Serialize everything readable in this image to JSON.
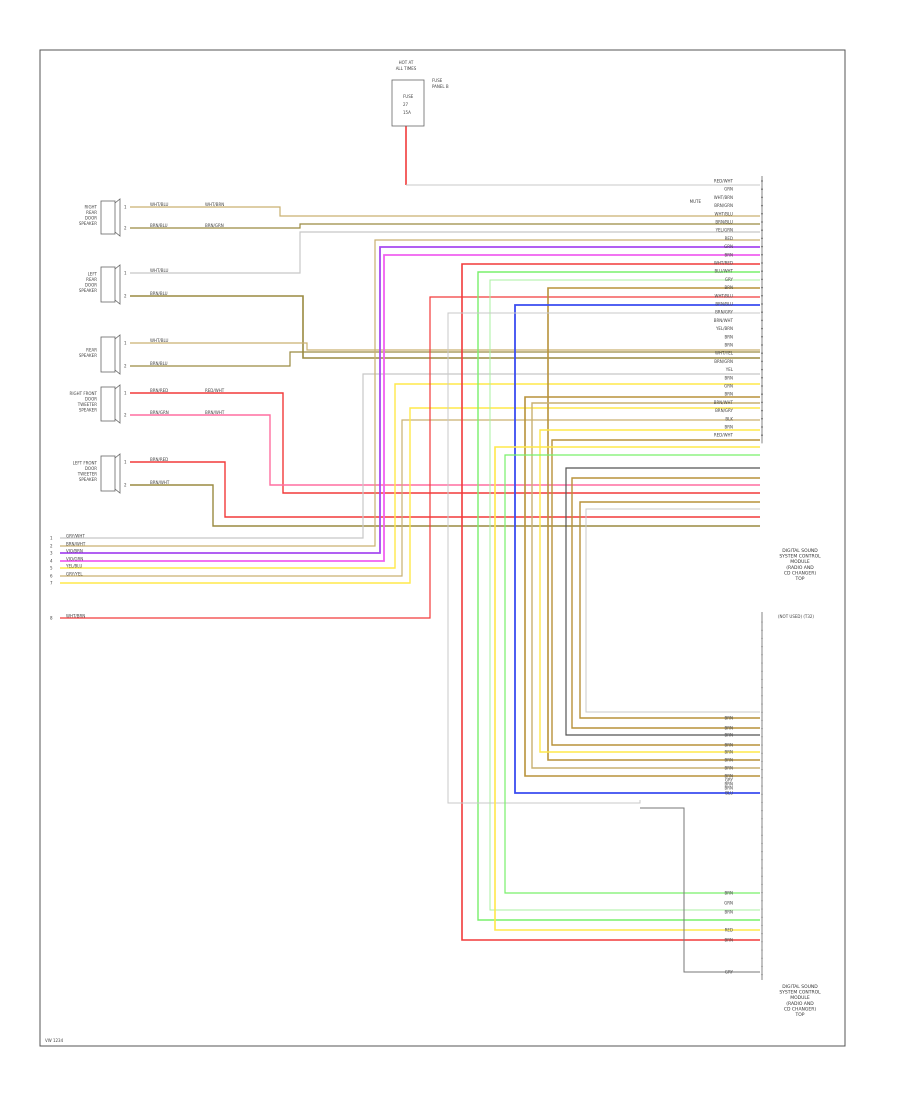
{
  "battery": {
    "title_lines": [
      "HOT AT",
      "ALL TIMES"
    ],
    "fuse_lines": [
      "FUSE",
      "PANEL B"
    ],
    "fuse_id_lines": [
      "FUSE",
      "27",
      "15A"
    ]
  },
  "left_speakers": [
    {
      "lines": [
        "RIGHT",
        "REAR",
        "DOOR",
        "SPEAKER"
      ],
      "pins": [
        "1",
        "2"
      ],
      "wires": [
        "WHT/BLU",
        "BRN/BLU"
      ],
      "far_wires": [
        "WHT/BRN",
        "BRN/GRN"
      ]
    },
    {
      "lines": [
        "LEFT",
        "REAR",
        "DOOR",
        "SPEAKER"
      ],
      "pins": [
        "1",
        "2"
      ],
      "wires": [
        "WHT/BLU",
        "BRN/BLU"
      ],
      "far_wires": []
    },
    {
      "lines": [
        "REAR",
        "SPEAKER"
      ],
      "pins": [
        "1",
        "2"
      ],
      "wires": [
        "WHT/BLU",
        "BRN/BLU"
      ],
      "far_wires": []
    },
    {
      "lines": [
        "RIGHT FRONT",
        "DOOR",
        "TWEETER",
        "SPEAKER"
      ],
      "pins": [
        "1",
        "2"
      ],
      "wires": [
        "BRN/RED",
        "BRN/GRN"
      ],
      "far_wires": [
        "RED/WHT",
        "BRN/WHT"
      ]
    },
    {
      "lines": [
        "LEFT FRONT",
        "DOOR",
        "TWEETER",
        "SPEAKER"
      ],
      "pins": [
        "1",
        "2"
      ],
      "wires": [
        "BRN/RED",
        "BRN/WHT"
      ],
      "far_wires": []
    }
  ],
  "bottom_group": {
    "pins": [
      "1",
      "2",
      "3",
      "4",
      "5",
      "6",
      "7",
      "8"
    ],
    "wires": [
      "GRY/WHT",
      "BRN/WHT",
      "VIO/BRN",
      "VIO/GRN",
      "YEL/BLU",
      "GRY/YEL",
      "",
      "WHT/BRN"
    ]
  },
  "top_amp_wires": [
    "RED/WHT",
    "GRN",
    "WHT/BRN",
    "BRN/GRN",
    "WHT/BLU",
    "BRN/BLU",
    "YEL/GRN",
    "RED",
    "GRN",
    "BRN",
    "WHT/RED",
    "BLU/WHT",
    "GRY",
    "BRN",
    "WHT/BLU",
    "BRN/BLU",
    "BRN/GRY",
    "BRN/WHT",
    "YEL/BRN",
    "BRN",
    "BRN",
    "WHT/YEL",
    "BRN/GRN",
    "YEL",
    "BRN",
    "GRN",
    "BRN",
    "BRN/WHT",
    "BRN/GRY",
    "BLK",
    "BRN",
    "RED/WHT"
  ],
  "lower_amp_wires": [
    "BRN",
    "BRN",
    "BRN",
    "BRN",
    "BRN",
    "BRN",
    "BRN",
    "BRN",
    "BRN",
    "BRN",
    "GRY",
    "BLU"
  ],
  "bottom_amp_wires": [
    "BRN",
    "GRN",
    "BRN",
    "RED",
    "BRN"
  ],
  "ground_wire": "GRY",
  "mute_label": "MUTE",
  "top_amp_labels": [
    "DIGITAL SOUND",
    "SYSTEM CONTROL",
    "MODULE",
    "(RADIO AND",
    "CD CHANGER)",
    "TOP"
  ],
  "mid_amp_label": "(NOT USED) (T32)",
  "bottom_amp_labels": [
    "DIGITAL SOUND",
    "SYSTEM CONTROL",
    "MODULE",
    "(RADIO AND",
    "CD CHANGER)",
    "TOP"
  ],
  "page_ref": "VW 1234"
}
